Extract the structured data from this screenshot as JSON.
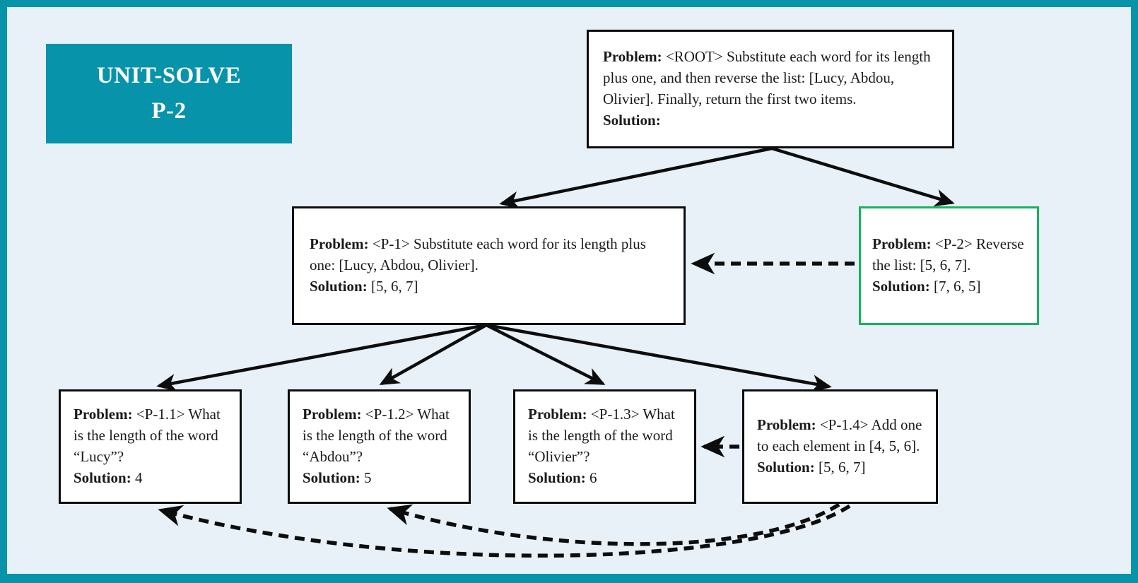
{
  "badge": {
    "line1": "UNIT-SOLVE",
    "line2": "P-2"
  },
  "labels": {
    "problem": "Problem:",
    "solution": "Solution:"
  },
  "colors": {
    "frame_teal": "#0793a9",
    "background": "#e8f1f8",
    "node_border": "#0d0d0d",
    "highlight_green": "#14b45c",
    "text": "#1a1a1a"
  },
  "nodes": [
    {
      "id": "ROOT",
      "problem": "<ROOT> Substitute each word for its length plus one, and then reverse the list: [Lucy, Abdou, Olivier]. Finally, return the first two items.",
      "solution": "",
      "highlighted": false
    },
    {
      "id": "P-1",
      "problem": "<P-1> Substitute each word for its length plus one: [Lucy, Abdou, Olivier].",
      "solution": "[5, 6, 7]",
      "highlighted": false
    },
    {
      "id": "P-2",
      "problem": "<P-2> Reverse the list: [5, 6, 7].",
      "solution": "[7, 6, 5]",
      "highlighted": true
    },
    {
      "id": "P-1.1",
      "problem": "<P-1.1> What is the length of the word “Lucy”?",
      "solution": "4",
      "highlighted": false
    },
    {
      "id": "P-1.2",
      "problem": "<P-1.2> What is the length of the word “Abdou”?",
      "solution": "5",
      "highlighted": false
    },
    {
      "id": "P-1.3",
      "problem": "<P-1.3> What is the length of the word “Olivier”?",
      "solution": "6",
      "highlighted": false
    },
    {
      "id": "P-1.4",
      "problem": "<P-1.4> Add one to each element in [4, 5, 6].",
      "solution": "[5, 6, 7]",
      "highlighted": false
    }
  ],
  "edges": [
    {
      "from": "ROOT",
      "to": "P-1",
      "type": "solid"
    },
    {
      "from": "ROOT",
      "to": "P-2",
      "type": "solid"
    },
    {
      "from": "P-1",
      "to": "P-1.1",
      "type": "solid"
    },
    {
      "from": "P-1",
      "to": "P-1.2",
      "type": "solid"
    },
    {
      "from": "P-1",
      "to": "P-1.3",
      "type": "solid"
    },
    {
      "from": "P-1",
      "to": "P-1.4",
      "type": "solid"
    },
    {
      "from": "P-2",
      "to": "P-1",
      "type": "dashed"
    },
    {
      "from": "P-1.4",
      "to": "P-1.3",
      "type": "dashed"
    },
    {
      "from": "P-1.4",
      "to": "P-1.2",
      "type": "dashed"
    },
    {
      "from": "P-1.4",
      "to": "P-1.1",
      "type": "dashed"
    }
  ]
}
